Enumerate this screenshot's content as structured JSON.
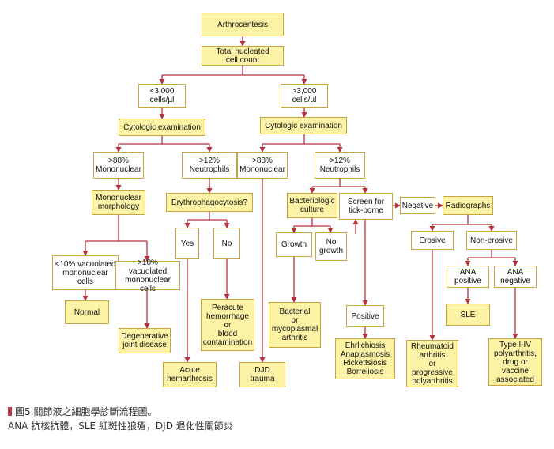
{
  "boxes": {
    "arthrocentesis": "Arthrocentesis",
    "total_count": "Total nucleated\ncell count",
    "lt3000": "<3,000\ncells/µl",
    "gt3000": ">3,000\ncells/µl",
    "cyto_left": "Cytologic examination",
    "cyto_right": "Cytologic examination",
    "mono88_left": ">88%\nMononuclear",
    "neut12_left": ">12%\nNeutrophils",
    "mono88_right": ">88%\nMononuclear",
    "neut12_right": ">12%\nNeutrophils",
    "mono_morph": "Mononuclear\nmorphology",
    "erythro": "Erythrophagocytosis?",
    "yes": "Yes",
    "no": "No",
    "bact_culture": "Bacteriologic\nculture",
    "screen_tick": "Screen for\ntick-borne",
    "negative": "Negative",
    "radiographs": "Radiographs",
    "lt10_vac": "<10% vacuolated\nmononuclear\ncells",
    "gt10_vac": ">10% vacuolated\nmononuclear\ncells",
    "normal": "Normal",
    "degenerative": "Degenerative\njoint disease",
    "peracute": "Peracute\nhemorrhage\nor\nblood\ncontamination",
    "acute_hem": "Acute\nhemarthrosis",
    "djd_trauma": "DJD\ntrauma",
    "growth": "Growth",
    "no_growth": "No\ngrowth",
    "bacterial": "Bacterial\nor\nmycoplasmal\narthritis",
    "positive": "Positive",
    "ehrlichiosis": "Ehrlichiosis\nAnaplasmosis\nRickettsiosis\nBorreliosis",
    "erosive": "Erosive",
    "non_erosive": "Non-erosive",
    "rheumatoid": "Rheumatoid\narthritis\nor\nprogressive\npolyarthritis",
    "ana_pos": "ANA\npositive",
    "ana_neg": "ANA\nnegative",
    "sle": "SLE",
    "type_iv": "Type I-IV\npolyarthritis,\ndrug or\nvaccine\nassociated"
  },
  "caption": {
    "line1": "圖5.關節液之細胞學診斷流程圖。",
    "line2": "ANA 抗核抗體，SLE 紅斑性狼瘡，DJD 退化性關節炎"
  },
  "colors": {
    "box_fill": "#fbf2a6",
    "box_border": "#c9a53b",
    "line": "#b5323c",
    "caption_bar": "#b03a48"
  }
}
